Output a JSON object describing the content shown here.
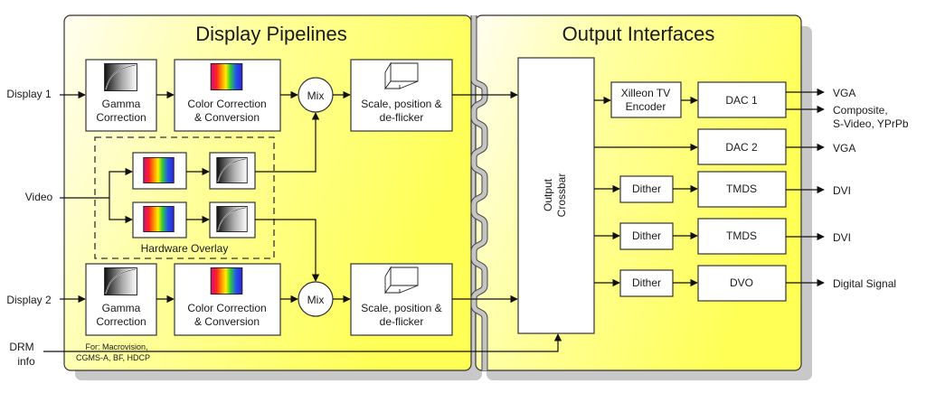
{
  "panels": {
    "display_pipelines": {
      "title": "Display Pipelines"
    },
    "output_interfaces": {
      "title": "Output Interfaces"
    }
  },
  "inputs": {
    "display1": "Display 1",
    "video": "Video",
    "display2": "Display 2",
    "drm_line1": "DRM",
    "drm_line2": "info"
  },
  "pipeline": {
    "gamma_line1": "Gamma",
    "gamma_line2": "Correction",
    "color_line1": "Color Correction",
    "color_line2": "& Conversion",
    "mix": "Mix",
    "scale_line1": "Scale, position &",
    "scale_line2": "de-flicker",
    "overlay_label": "Hardware Overlay",
    "drm_note_line1": "For: Macrovision,",
    "drm_note_line2": "CGMS-A, BF, HDCP"
  },
  "output": {
    "crossbar_line1": "Output",
    "crossbar_line2": "Crossbar",
    "encoder_line1": "Xilleon TV",
    "encoder_line2": "Encoder",
    "dac1": "DAC 1",
    "dac2": "DAC 2",
    "dither": "Dither",
    "tmds": "TMDS",
    "dvo": "DVO"
  },
  "outputs": {
    "vga1": "VGA",
    "composite_line1": "Composite,",
    "composite_line2": "S-Video, YPrPb",
    "vga2": "VGA",
    "dvi1": "DVI",
    "dvi2": "DVI",
    "digital": "Digital Signal"
  },
  "colors": {
    "panel_yellow": "#ffff66",
    "panel_light": "#fffde8",
    "shadow": "#c8c8c8",
    "stroke": "#333333"
  }
}
